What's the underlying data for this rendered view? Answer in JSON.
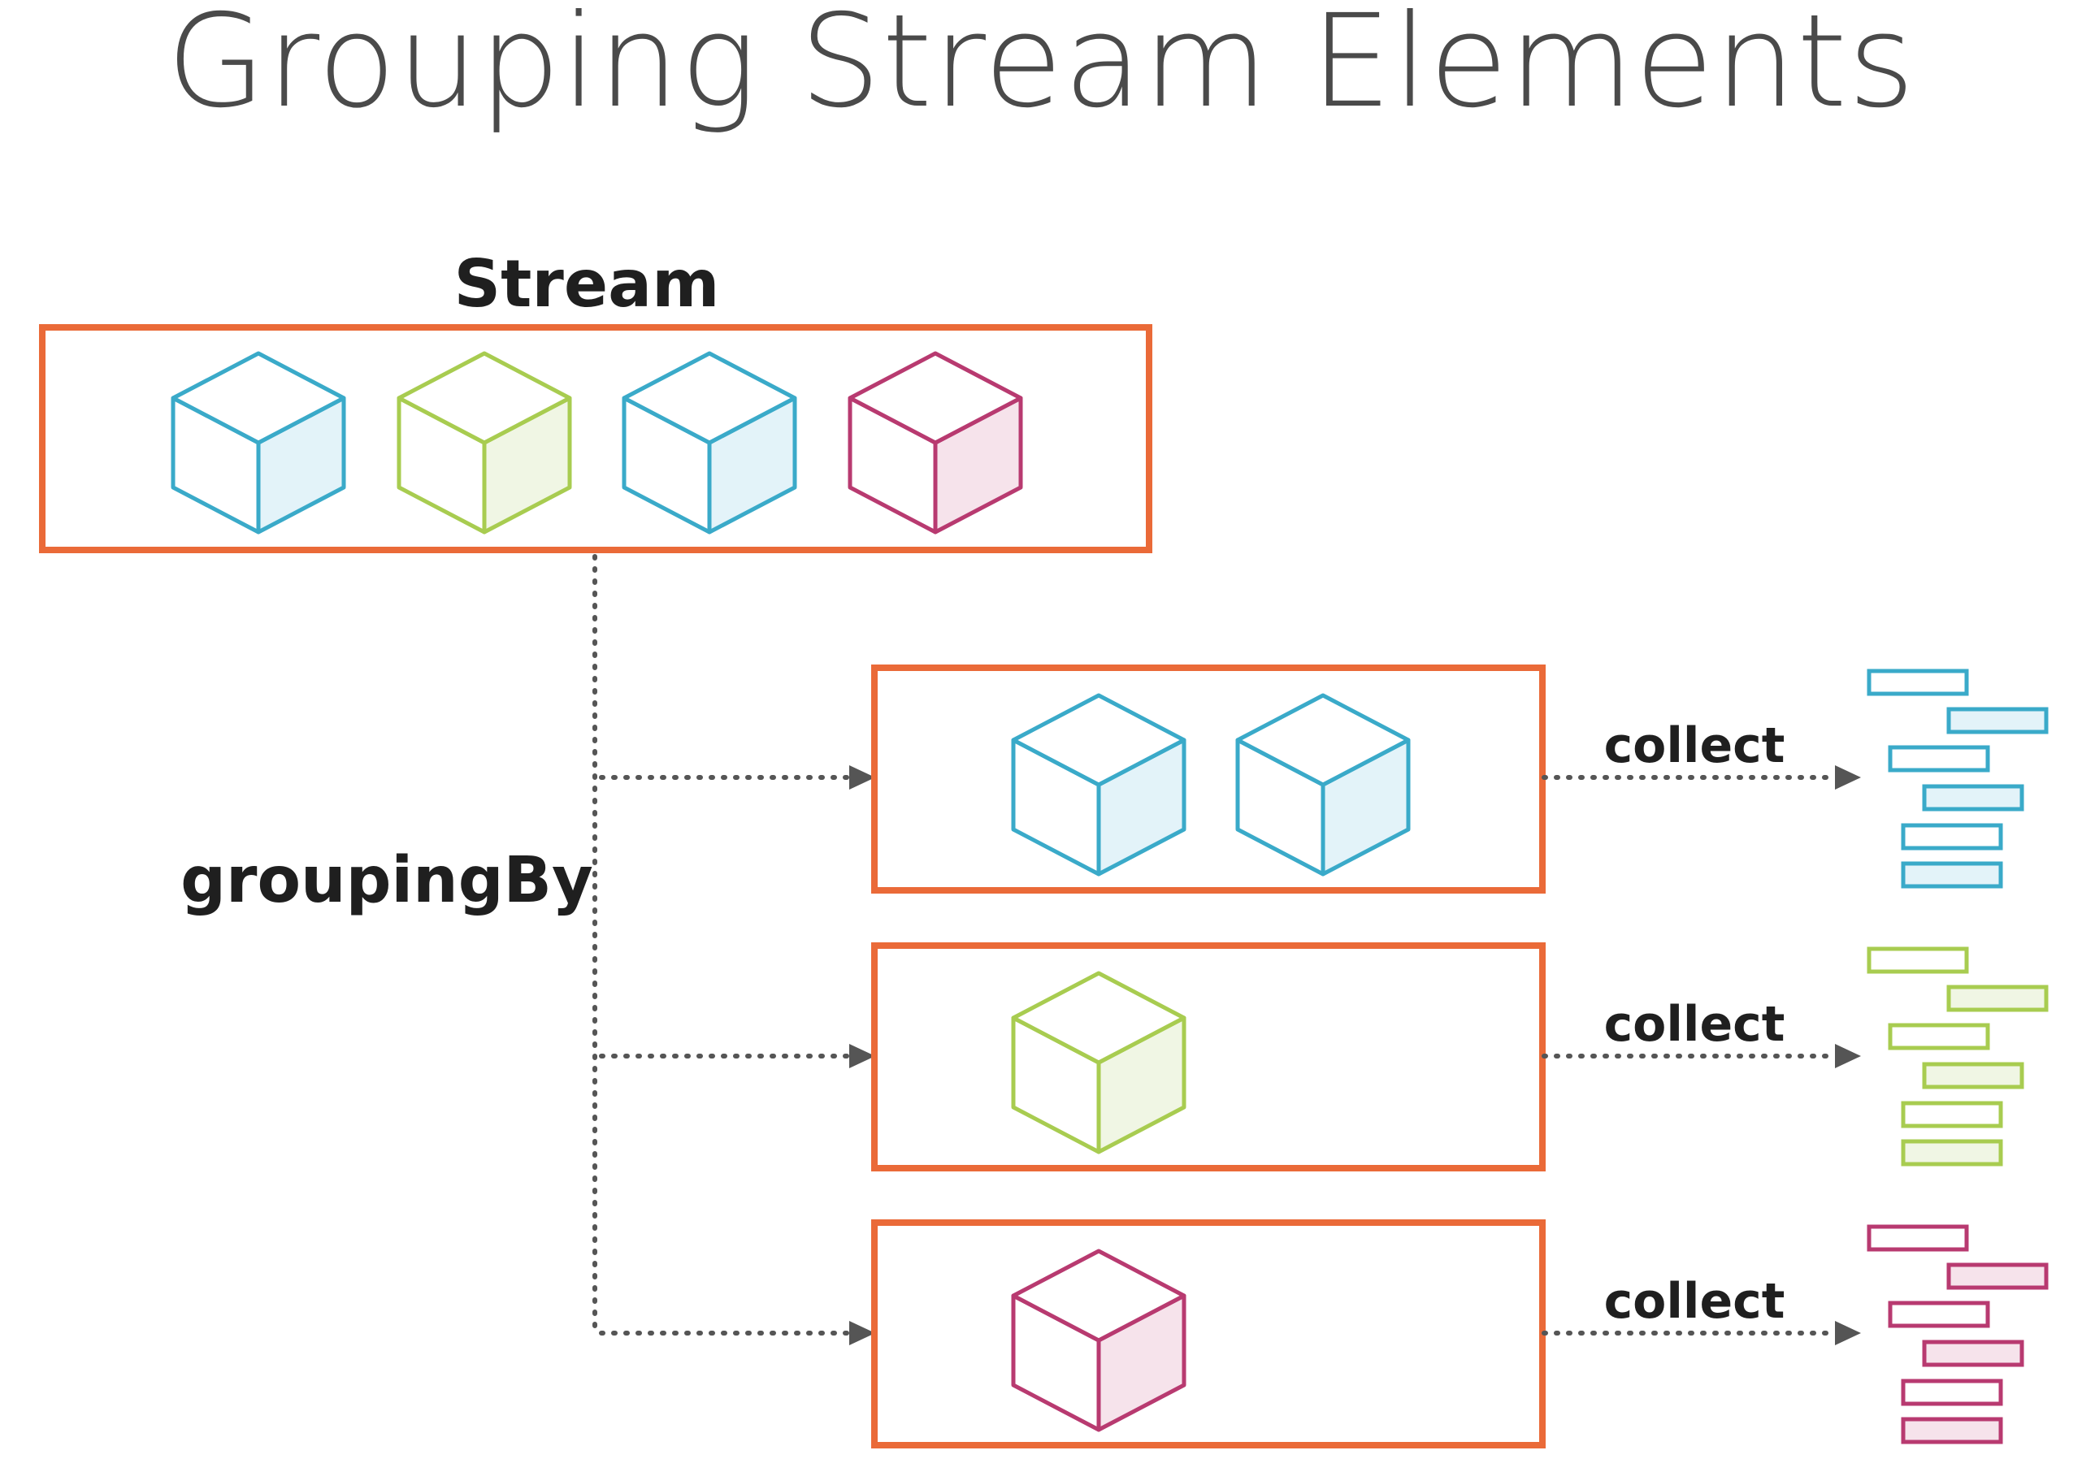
{
  "title": "Grouping Stream Elements",
  "stream_label": "Stream",
  "grouping_label": "groupingBy",
  "collect_label": "collect",
  "colors": {
    "box_border": "#ea6a38",
    "connector": "#555555",
    "blue": "#3aaac9",
    "blue_fill": "#e3f3f9",
    "green": "#a8cc50",
    "green_fill": "#f0f6e4",
    "magenta": "#b83a70",
    "magenta_fill": "#f6e3eb"
  },
  "stream_elements": [
    "blue",
    "green",
    "blue",
    "magenta"
  ],
  "groups": [
    {
      "color": "blue",
      "count": 2
    },
    {
      "color": "green",
      "count": 1
    },
    {
      "color": "magenta",
      "count": 1
    }
  ]
}
